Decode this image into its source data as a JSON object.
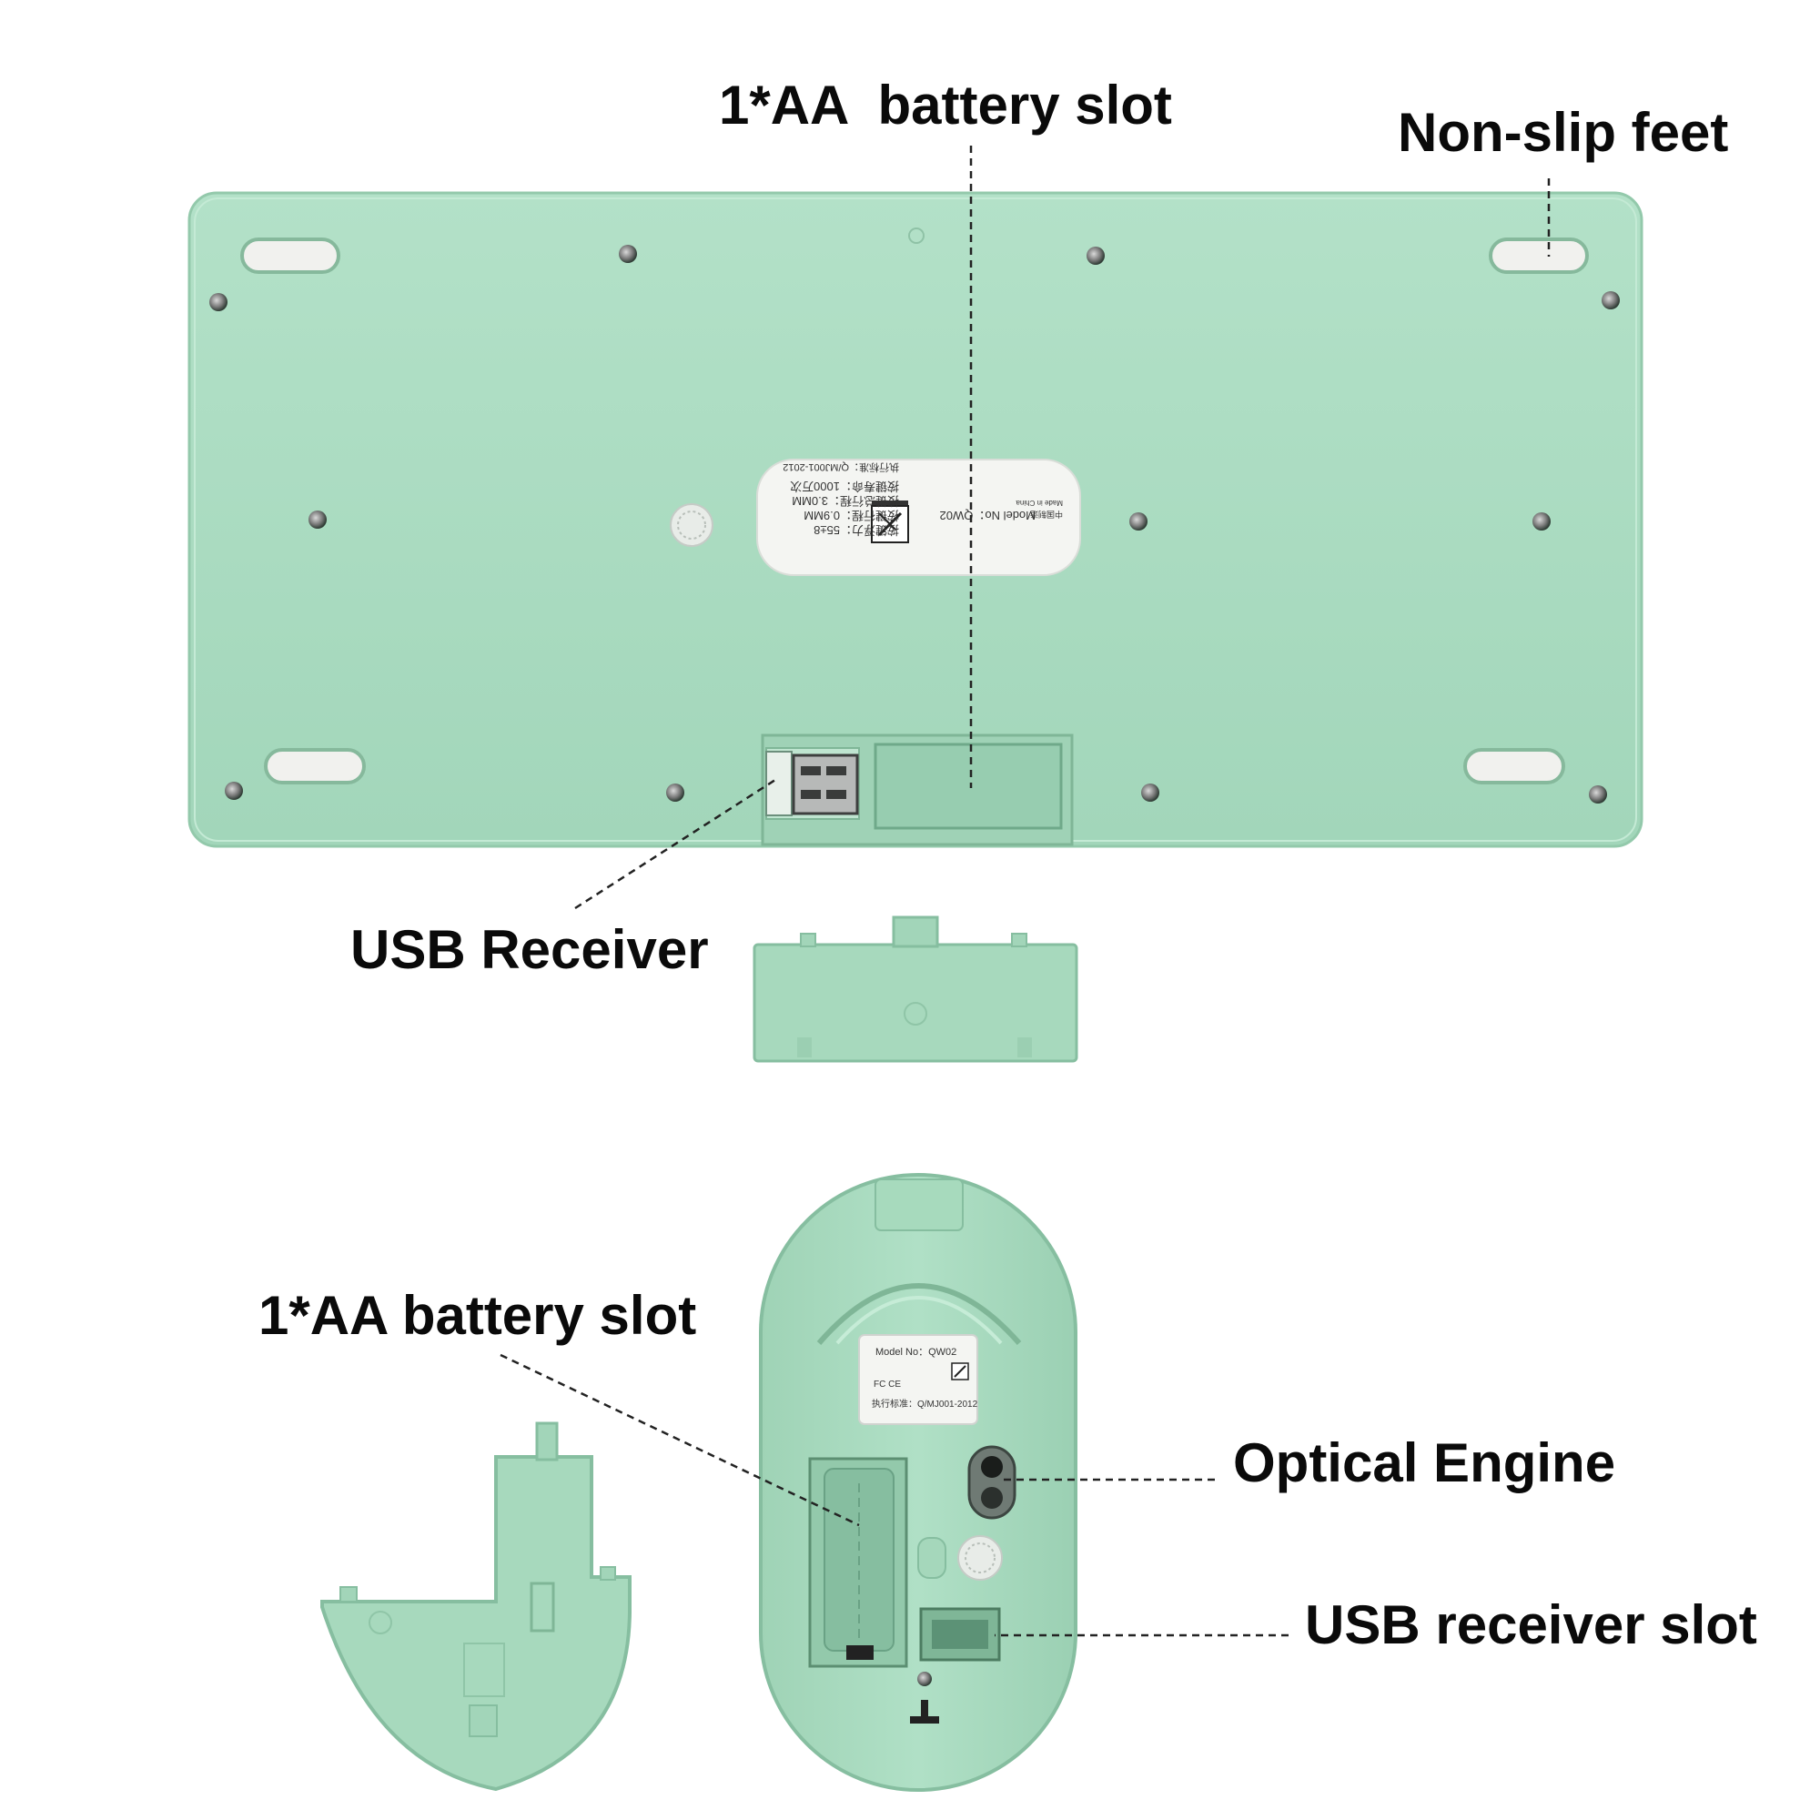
{
  "callouts": {
    "keyboard_battery": "1*AA  battery slot",
    "non_slip_feet": "Non-slip feet",
    "usb_receiver": "USB Receiver",
    "mouse_battery": "1*AA battery slot",
    "optical_engine": "Optical Engine",
    "usb_receiver_slot": "USB receiver slot"
  },
  "keyboard_label": {
    "line1": "按键浮力：55±8",
    "line2": "按键行程：0.9MM",
    "line3": "按键总行程：3.0MM",
    "line4": "按键寿命：1000万次",
    "standard": "执行标准：Q/MJ001-2012",
    "model": "Model No：QW02",
    "origin": "中国制造",
    "origin_en": "Made in China"
  },
  "mouse_label": {
    "model": "Model No：QW02",
    "standard": "执行标准：Q/MJ001-2012"
  },
  "colors": {
    "device_body": "#a9dcc0",
    "device_edge": "#8fc7a8",
    "cover_part": "#9fd6b8",
    "label_bg": "#f4f5f2",
    "callout_text": "#0a0a0a",
    "leader_line": "#222222"
  }
}
